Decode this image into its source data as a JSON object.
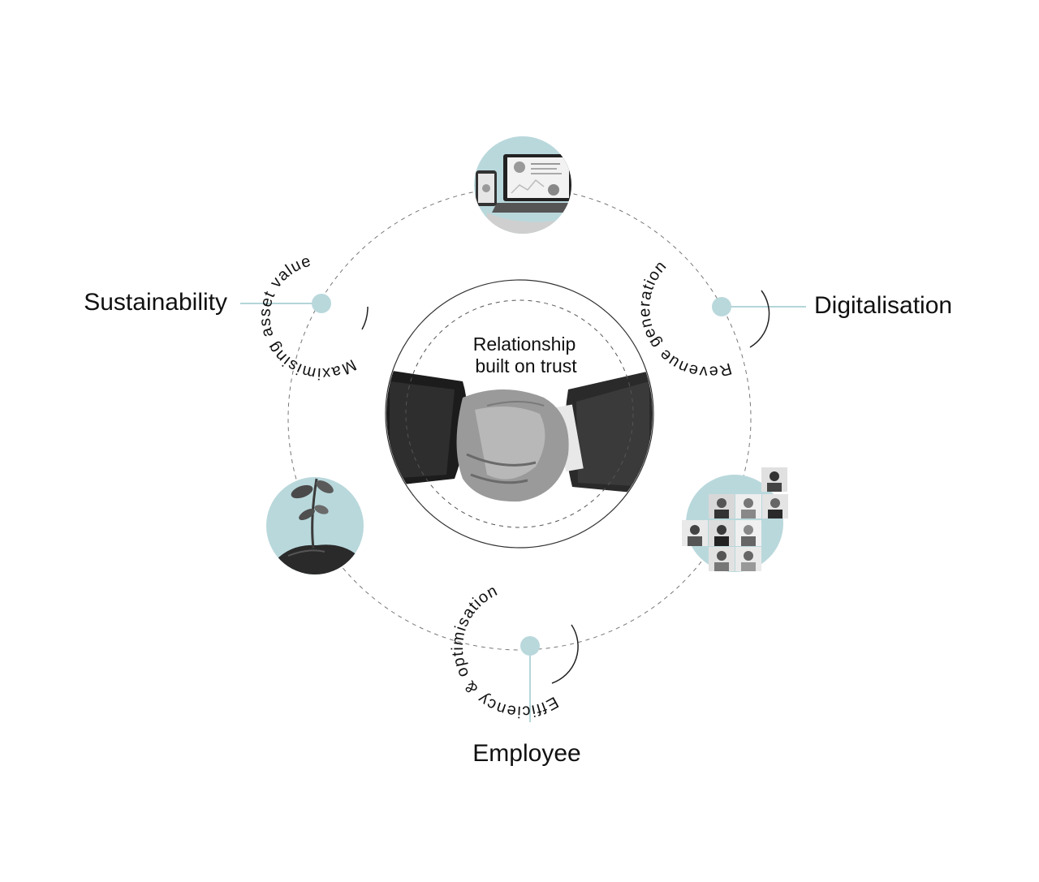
{
  "center": {
    "line1": "Relationship",
    "line2": "built on trust",
    "image_icon": "handshake-image"
  },
  "pillars": {
    "sustainability": {
      "label": "Sustainability",
      "arc_text": "Maximising asset value"
    },
    "digitalisation": {
      "label": "Digitalisation",
      "arc_text": "Revenue generation"
    },
    "employee": {
      "label": "Employee",
      "arc_text": "Efficiency & optimisation"
    }
  },
  "images": {
    "top": "laptop-dashboard-image",
    "bottom_left": "seedling-image",
    "bottom_right": "team-faces-image"
  },
  "colors": {
    "accent": "#b9d8dc",
    "connector": "#9cc7cc",
    "line": "#333333",
    "dashed": "#666666"
  }
}
